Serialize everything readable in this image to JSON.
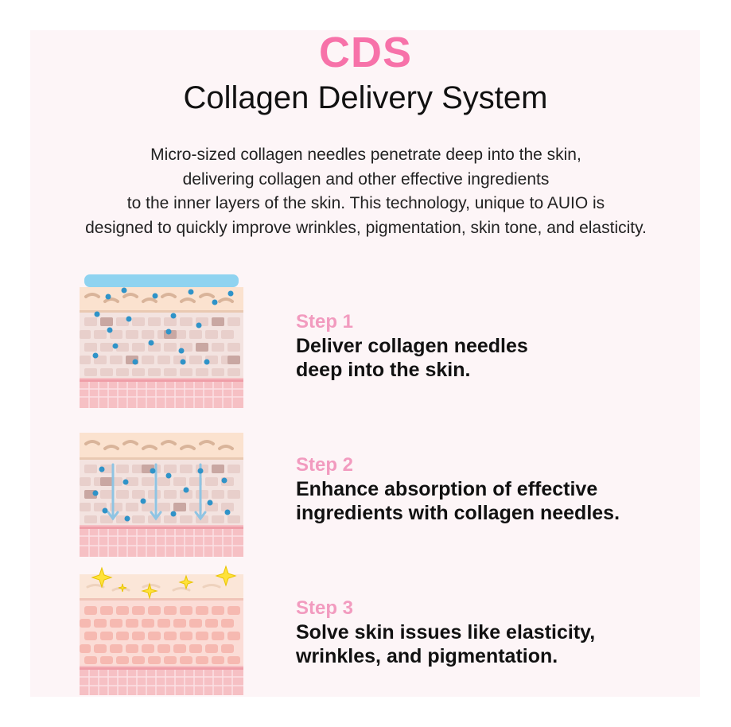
{
  "header": {
    "brand": "CDS",
    "title": "Collagen Delivery System"
  },
  "description": [
    "Micro-sized collagen needles penetrate deep into the skin,",
    "delivering collagen and other effective ingredients",
    "to the inner layers of the skin. This technology, unique to AUIO is",
    "designed to quickly improve wrinkles, pigmentation, skin tone, and elasticity."
  ],
  "steps": [
    {
      "label": "Step 1",
      "lines": [
        "Deliver collagen needles",
        "deep into the skin."
      ]
    },
    {
      "label": "Step 2",
      "lines": [
        "Enhance absorption of effective",
        "ingredients with collagen needles."
      ]
    },
    {
      "label": "Step 3",
      "lines": [
        "Solve skin issues like elasticity,",
        "wrinkles, and pigmentation."
      ]
    }
  ],
  "colors": {
    "brand_pink": "#f772a9",
    "step_pink": "#f29bbf",
    "panel_bg": "#fdf5f7",
    "needle_patch": "#8fd3f0",
    "needle_dot": "#2f93c8",
    "sparkle": "#ffe23a",
    "dermis_pink": "#f6c0c4",
    "lattice_pink": "#f3b5bf"
  }
}
